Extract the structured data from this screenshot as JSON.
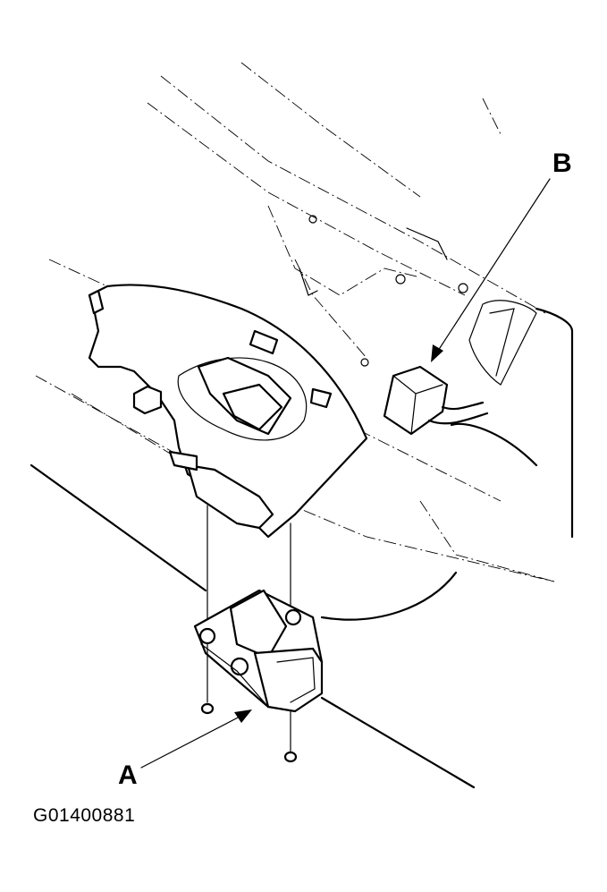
{
  "callouts": {
    "a": "A",
    "b": "B"
  },
  "figure_code": "G01400881",
  "colors": {
    "line": "#000000",
    "background": "#ffffff"
  }
}
